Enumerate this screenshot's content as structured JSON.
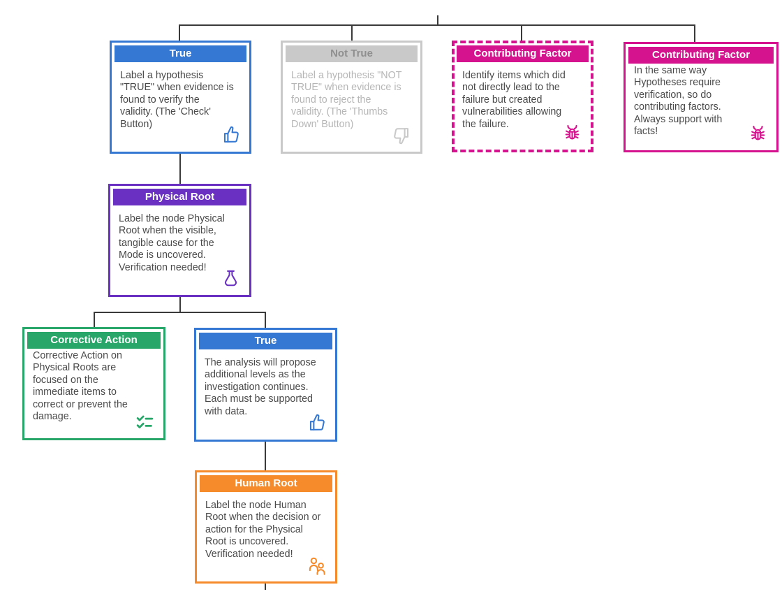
{
  "palette": {
    "blue": "#3478d4",
    "gray": "#c9c9c9",
    "magenta": "#d6138e",
    "purple": "#6a30c2",
    "green": "#28a569",
    "orange": "#f68b2b",
    "connector_line": "#3a3a3a",
    "body_text": "#4a4a4a",
    "muted_body_text": "#b6b6b6",
    "muted_title_text": "#8f8f8f"
  },
  "nodes": [
    {
      "id": "hypothesis-true",
      "title": "True",
      "body": "Label a hypothesis\n\"TRUE\" when evidence is\nfound to verify the\nvalidity. (The 'Check'\nButton)",
      "icon": "thumbs-up-icon",
      "color": "#3478d4",
      "border": "solid"
    },
    {
      "id": "hypothesis-not-true",
      "title": "Not True",
      "body": "Label a hypothesis \"NOT\nTRUE\" when evidence is\nfound to reject the\nvalidity. (The 'Thumbs\nDown' Button)",
      "icon": "thumbs-down-icon",
      "color": "#c9c9c9",
      "border": "solid",
      "muted": true
    },
    {
      "id": "contributing-factor-unverified",
      "title": "Contributing Factor",
      "body": "Identify items which did\nnot directly lead to the\nfailure but created\nvulnerabilities allowing\nthe failure.",
      "icon": "bug-icon",
      "color": "#d6138e",
      "border": "dashed"
    },
    {
      "id": "contributing-factor-verified",
      "title": "Contributing Factor",
      "body": "In the same way\nHypotheses require\nverification, so do\ncontributing factors.\nAlways support with\nfacts!",
      "icon": "bug-icon",
      "color": "#d6138e",
      "border": "solid",
      "tight": true
    },
    {
      "id": "physical-root",
      "title": "Physical Root",
      "body": "Label the node Physical\nRoot when the visible,\ntangible cause for the\nMode is uncovered.\nVerification needed!",
      "icon": "flask-icon",
      "color": "#6a30c2",
      "border": "solid"
    },
    {
      "id": "corrective-action",
      "title": "Corrective Action",
      "body": "Corrective Action on\nPhysical Roots are\nfocused on the\nimmediate items to\ncorrect or prevent the\ndamage.",
      "icon": "checklist-icon",
      "color": "#28a569",
      "border": "solid",
      "tight": true
    },
    {
      "id": "analysis-true",
      "title": "True",
      "body": "The analysis will propose\nadditional levels as the\ninvestigation continues.\nEach must be supported\nwith data.",
      "icon": "thumbs-up-icon",
      "color": "#3478d4",
      "border": "solid"
    },
    {
      "id": "human-root",
      "title": "Human Root",
      "body": "Label the node Human\nRoot when the decision or\naction for the Physical\nRoot is uncovered.\nVerification needed!",
      "icon": "users-icon",
      "color": "#f68b2b",
      "border": "solid"
    }
  ]
}
